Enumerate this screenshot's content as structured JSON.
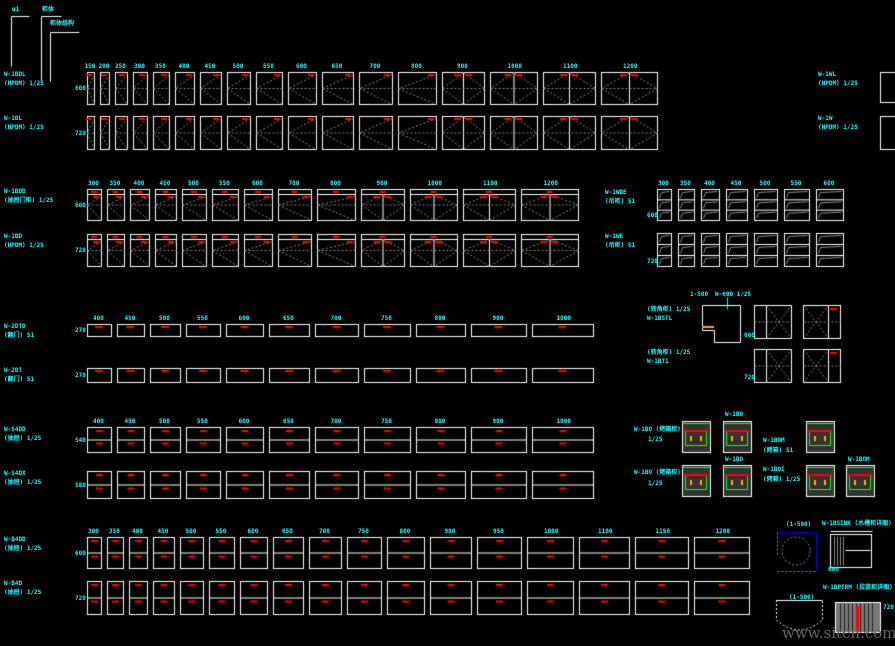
{
  "header": {
    "a": "α1",
    "b": "柜体",
    "c": "柜体结构"
  },
  "colors": {
    "line": "#ffffff",
    "text": "#00ffff",
    "accent": "#ff0000",
    "dash": "#888888",
    "green": "#00ff00",
    "orange": "#ffaa00",
    "blue": "#0000ff"
  },
  "rows": [
    {
      "id": "r1",
      "labels": [
        "W-1BDL",
        "(HPDM) 1/25"
      ],
      "height": "600",
      "type": "door",
      "widths": [
        150,
        200,
        250,
        300,
        350,
        400,
        450,
        500,
        550,
        600,
        650,
        700,
        800,
        900,
        1000,
        1100,
        1200
      ],
      "show_widths": true
    },
    {
      "id": "r2",
      "labels": [
        "W-1BL",
        "(HPDM) 1/25"
      ],
      "height": "720",
      "type": "door",
      "widths": [
        150,
        200,
        250,
        300,
        350,
        400,
        450,
        500,
        550,
        600,
        650,
        700,
        800,
        900,
        1000,
        1100,
        1200
      ],
      "show_widths": false
    },
    {
      "id": "r3",
      "labels": [
        "W-1BDD",
        "(抽屉门柜) 1/25"
      ],
      "height": "600",
      "type": "drawerdoor",
      "widths": [
        300,
        350,
        400,
        450,
        500,
        550,
        600,
        700,
        800,
        900,
        1000,
        1100,
        1200
      ],
      "show_widths": true
    },
    {
      "id": "r4",
      "labels": [
        "W-1BD",
        "(HPDM) 1/25"
      ],
      "height": "720",
      "type": "drawerdoor",
      "widths": [
        300,
        350,
        400,
        450,
        500,
        550,
        600,
        700,
        800,
        900,
        1000,
        1100,
        1200
      ],
      "show_widths": false
    },
    {
      "id": "r5",
      "labels": [
        "W-2DTD",
        "(翻门) 51"
      ],
      "height": "270",
      "type": "flat",
      "widths": [
        400,
        450,
        500,
        550,
        600,
        650,
        700,
        750,
        800,
        900,
        1000
      ],
      "show_widths": true
    },
    {
      "id": "r6",
      "labels": [
        "W-2DT",
        "(翻门) 51"
      ],
      "height": "270",
      "type": "flat",
      "widths": [
        400,
        450,
        500,
        550,
        600,
        650,
        700,
        750,
        800,
        900,
        1000
      ],
      "show_widths": false
    },
    {
      "id": "r7",
      "labels": [
        "W-S4DD",
        "(抽屉) 1/25"
      ],
      "height": "540",
      "type": "drawer2",
      "widths": [
        400,
        450,
        500,
        550,
        600,
        650,
        700,
        750,
        800,
        900,
        1000
      ],
      "show_widths": true
    },
    {
      "id": "r8",
      "labels": [
        "W-S4DX",
        "(抽屉) 1/25"
      ],
      "height": "580",
      "type": "drawer2",
      "widths": [
        400,
        450,
        500,
        550,
        600,
        650,
        700,
        750,
        800,
        900,
        1000
      ],
      "show_widths": false
    },
    {
      "id": "r9",
      "labels": [
        "W-B4DD",
        "(抽屉) 1/25"
      ],
      "height": "600",
      "type": "drawer2",
      "widths": [
        300,
        350,
        400,
        450,
        500,
        550,
        600,
        650,
        700,
        750,
        800,
        900,
        950,
        1000,
        1100,
        1150,
        1200
      ],
      "show_widths": true
    },
    {
      "id": "r10",
      "labels": [
        "W-B4D",
        "(抽屉) 1/25"
      ],
      "height": "720",
      "type": "drawer2",
      "widths": [
        300,
        350,
        400,
        450,
        500,
        550,
        600,
        650,
        700,
        750,
        800,
        900,
        950,
        1000,
        1100,
        1150,
        1200
      ],
      "show_widths": false
    }
  ],
  "wall": [
    {
      "labels": [
        "W-1WDE",
        "(吊柜) 51"
      ],
      "height": "600",
      "widths": [
        300,
        350,
        400,
        450,
        500,
        550,
        600
      ],
      "show_widths": true
    },
    {
      "labels": [
        "W-1WE",
        "(吊柜) 51"
      ],
      "height": "720",
      "widths": [
        300,
        350,
        400,
        450,
        500,
        550,
        600
      ],
      "show_widths": false
    }
  ],
  "corner": {
    "labels": [
      "(转角柜) 1/25",
      "W-1BSTL"
    ],
    "labels2": [
      "(转角柜) 1/25",
      "W-1BT1"
    ],
    "dims": [
      "1-500",
      "W-600 1/25"
    ],
    "h1": "600",
    "h2": "720"
  },
  "ovens": {
    "l1": [
      "W-1BO (烤箱柜)",
      "1/25"
    ],
    "l2": [
      "W-1BO (烤箱柜)",
      "1/25"
    ],
    "l3": [
      "W-1BOM",
      "(烤箱) 51"
    ],
    "l4": [
      "W-1BOI",
      "(烤箱) 1/25"
    ],
    "t1": "W-1BO",
    "t2": "W-1BO",
    "t3": "W-1BOM"
  },
  "misc": {
    "plan": "(1-500)",
    "sink_title": "W-1BSINK (水槽柜详图)",
    "sink_h": "600",
    "bin_title": "W-1BPTRM (拉篮柜详图)",
    "bin_plan": "(1-500)",
    "bin_h": "720"
  },
  "right_edge": {
    "r1": [
      "W-1WL",
      "(HPDM) 1/25"
    ],
    "r2": [
      "W-1W",
      "(HPDM) 1/25"
    ]
  },
  "watermark": "www.sitcn.com"
}
